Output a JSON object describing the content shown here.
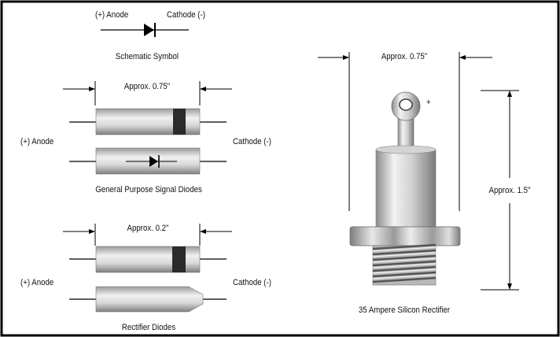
{
  "schematic": {
    "anode_label": "(+) Anode",
    "cathode_label": "Cathode (-)",
    "caption": "Schematic Symbol"
  },
  "signal_diodes": {
    "dimension": "Approx. 0.75\"",
    "anode_label": "(+) Anode",
    "cathode_label": "Cathode (-)",
    "caption": "General Purpose Signal Diodes"
  },
  "rectifier_diodes": {
    "dimension": "Approx. 0.2\"",
    "anode_label": "(+) Anode",
    "cathode_label": "Cathode (-)",
    "caption": "Rectifier Diodes"
  },
  "silicon_rectifier": {
    "width_dimension": "Approx. 0.75\"",
    "height_dimension": "Approx. 1.5\"",
    "plus_sign": "+",
    "caption": "35 Ampere Silicon Rectifier"
  },
  "colors": {
    "body_light": "#e4e4e4",
    "body_dark": "#8a8a8a",
    "band": "#2b2b2b",
    "border": "#000000"
  }
}
